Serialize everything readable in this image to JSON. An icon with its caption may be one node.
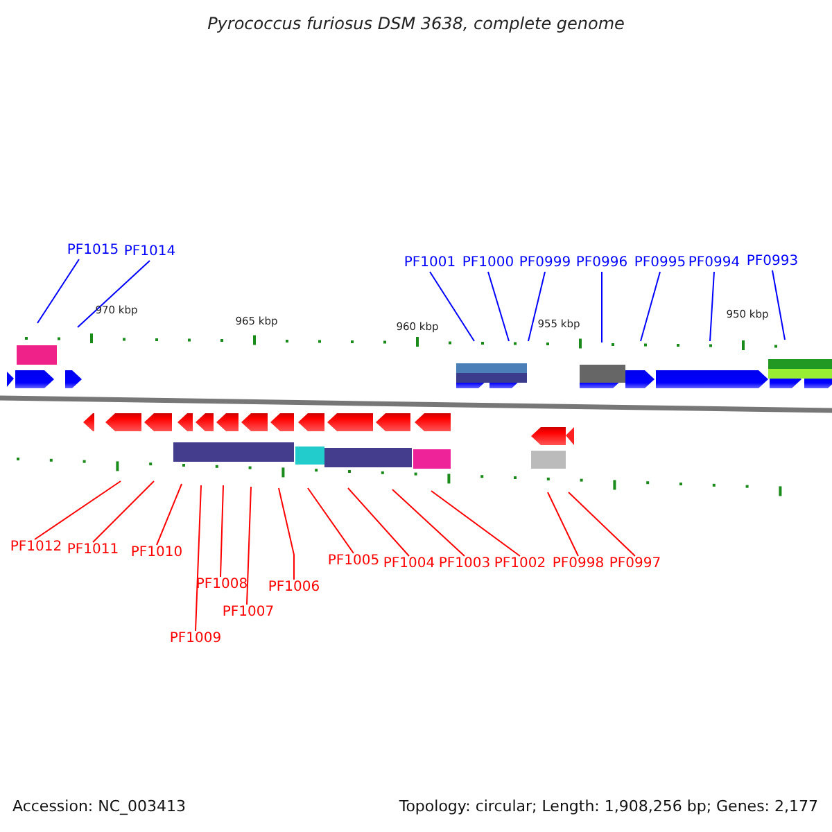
{
  "diagram": {
    "title": "Pyrococcus furiosus DSM 3638, complete genome",
    "nodes": [
      {
        "text": [
          "PF1015"
        ]
      },
      {
        "text": [
          "PF1014"
        ]
      },
      {
        "text": [
          "PF1001"
        ]
      },
      {
        "text": [
          "PF1000"
        ]
      },
      {
        "text": [
          "PF0999"
        ]
      },
      {
        "text": [
          "PF0996"
        ]
      },
      {
        "text": [
          "PF0995"
        ]
      },
      {
        "text": [
          "PF0994"
        ]
      },
      {
        "text": [
          "PF0993"
        ]
      },
      {
        "text": [
          "PF1012"
        ]
      },
      {
        "text": [
          "PF1011"
        ]
      },
      {
        "text": [
          "PF1010"
        ]
      },
      {
        "text": [
          "PF1009"
        ]
      },
      {
        "text": [
          "PF1008"
        ]
      },
      {
        "text": [
          "PF1007"
        ]
      },
      {
        "text": [
          "PF1006"
        ]
      },
      {
        "text": [
          "PF1005"
        ]
      },
      {
        "text": [
          "PF1004"
        ]
      },
      {
        "text": [
          "PF1003"
        ]
      },
      {
        "text": [
          "PF1002"
        ]
      },
      {
        "text": [
          "PF0998"
        ]
      },
      {
        "text": [
          "PF0997"
        ]
      }
    ],
    "edges": [
      {
        "from": 0,
        "to": null,
        "arrow": "none",
        "color": "#0000ff"
      },
      {
        "from": 1,
        "to": null,
        "arrow": "none",
        "color": "#0000ff"
      },
      {
        "from": 2,
        "to": null,
        "arrow": "none",
        "color": "#0000ff"
      },
      {
        "from": 3,
        "to": null,
        "arrow": "none",
        "color": "#0000ff"
      },
      {
        "from": 4,
        "to": null,
        "arrow": "none",
        "color": "#0000ff"
      },
      {
        "from": 5,
        "to": null,
        "arrow": "none",
        "color": "#0000ff"
      },
      {
        "from": 6,
        "to": null,
        "arrow": "none",
        "color": "#0000ff"
      },
      {
        "from": 7,
        "to": null,
        "arrow": "none",
        "color": "#0000ff"
      },
      {
        "from": 8,
        "to": null,
        "arrow": "none",
        "color": "#0000ff"
      },
      {
        "from": 9,
        "to": null,
        "arrow": "none",
        "color": "#ff0000"
      },
      {
        "from": 10,
        "to": null,
        "arrow": "none",
        "color": "#ff0000"
      },
      {
        "from": 11,
        "to": null,
        "arrow": "none",
        "color": "#ff0000"
      },
      {
        "from": 12,
        "to": null,
        "arrow": "none",
        "color": "#ff0000"
      },
      {
        "from": 13,
        "to": null,
        "arrow": "none",
        "color": "#ff0000"
      },
      {
        "from": 14,
        "to": null,
        "arrow": "none",
        "color": "#ff0000"
      },
      {
        "from": 15,
        "to": null,
        "arrow": "none",
        "color": "#ff0000"
      },
      {
        "from": 16,
        "to": null,
        "arrow": "none",
        "color": "#ff0000"
      },
      {
        "from": 17,
        "to": null,
        "arrow": "none",
        "color": "#ff0000"
      },
      {
        "from": 18,
        "to": null,
        "arrow": "none",
        "color": "#ff0000"
      },
      {
        "from": 19,
        "to": null,
        "arrow": "none",
        "color": "#ff0000"
      },
      {
        "from": 20,
        "to": null,
        "arrow": "none",
        "color": "#ff0000"
      },
      {
        "from": 21,
        "to": null,
        "arrow": "none",
        "color": "#ff0000"
      }
    ],
    "labels": [
      "970 kbp",
      "965 kbp",
      "960 kbp",
      "955 kbp",
      "950 kbp",
      "Accession: NC_003413",
      "Topology: circular; Length: 1,908,256 bp; Genes: 2,177"
    ]
  }
}
